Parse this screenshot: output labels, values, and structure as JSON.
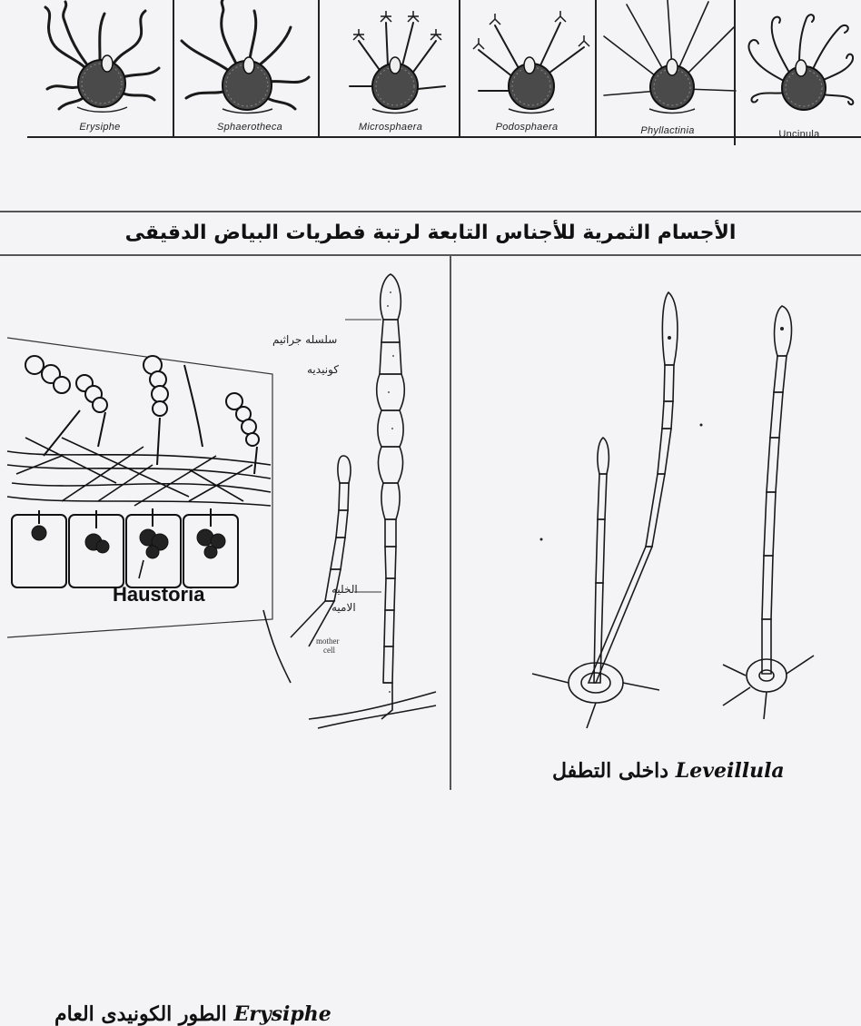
{
  "genera": [
    "Erysiphe",
    "Sphaerotheca",
    "Microsphaera",
    "Podosphaera",
    "Phyllactinia",
    "Uncinula"
  ],
  "title": "الأجسام الثمرية للأجناس التابعة لرتبة فطريات البياض الدقيقى",
  "left_panel": {
    "label_haustoria": "Haustoria",
    "annotation_chain_1": "سلسله جراثيم",
    "annotation_chain_2": "كونيديه",
    "annotation_mother_ar_1": "الخليه",
    "annotation_mother_ar_2": "الاميه",
    "annotation_mother_en_1": "mother",
    "annotation_mother_en_2": "cell",
    "caption_ar": "الطور الكونيدى العام",
    "caption_genus": "Erysiphe"
  },
  "right_panel": {
    "caption_ar": "داخلى التطفل",
    "caption_genus": "Leveillula"
  }
}
